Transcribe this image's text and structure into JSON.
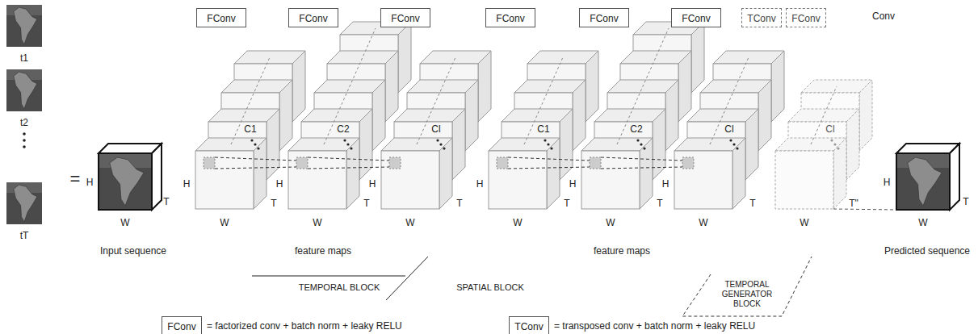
{
  "diagram": {
    "nodes": [
      {
        "text": [
          "FConv"
        ]
      },
      {
        "text": [
          "FConv"
        ]
      },
      {
        "text": [
          "FConv"
        ]
      },
      {
        "text": [
          "FConv"
        ]
      },
      {
        "text": [
          "FConv"
        ]
      },
      {
        "text": [
          "FConv"
        ]
      },
      {
        "text": [
          "TConv"
        ]
      },
      {
        "text": [
          "FConv"
        ]
      },
      {
        "text": [
          "FConv"
        ]
      },
      {
        "text": [
          "TConv"
        ]
      }
    ],
    "labels": [
      "t1",
      "t2",
      "tT",
      "=",
      "H",
      "W",
      "T",
      "Input sequence",
      "H",
      "C1",
      "W",
      "T",
      "H",
      "C2",
      "W",
      "T",
      "H",
      "Cl",
      "W",
      "T",
      "H",
      "C1",
      "W",
      "T",
      "H",
      "C2",
      "W",
      "T",
      "H",
      "Cl",
      "W",
      "T",
      "feature maps",
      "feature maps",
      "Cl",
      "W",
      "T\"",
      "H",
      "W",
      "T",
      "Predicted sequence",
      "Conv",
      "TEMPORAL BLOCK",
      "SPATIAL BLOCK",
      "TEMPORAL GENERATOR BLOCK"
    ],
    "legend": [
      {
        "text": "= factorized conv + batch norm + leaky RELU"
      },
      {
        "text": "= transposed conv + batch norm + leaky RELU"
      }
    ]
  }
}
